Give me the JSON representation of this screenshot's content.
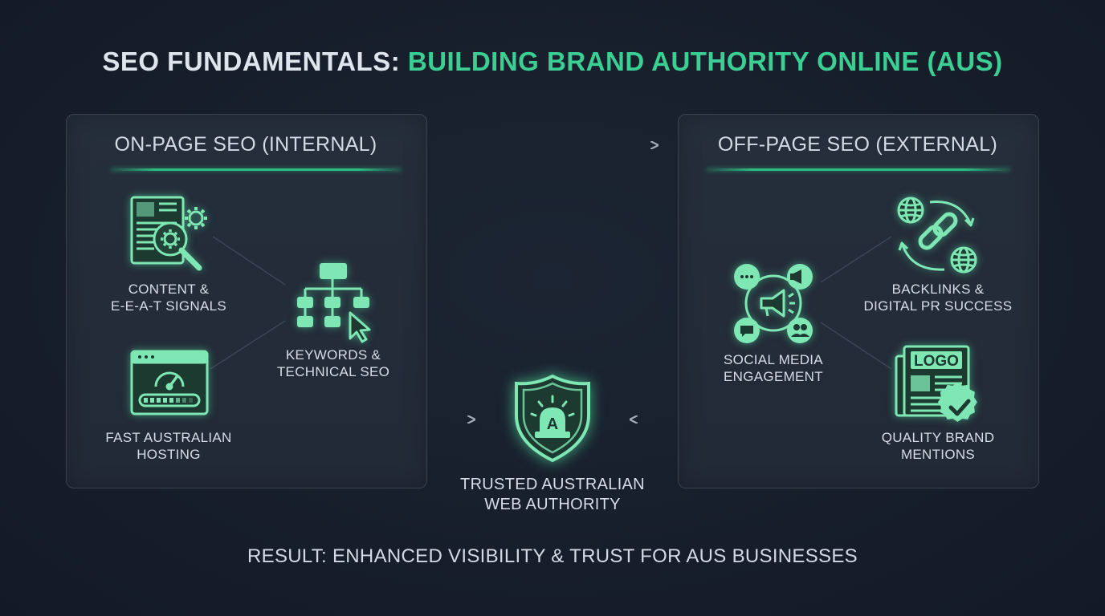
{
  "title": {
    "prefix": "SEO FUNDAMENTALS: ",
    "highlight": "BUILDING BRAND AUTHORITY ONLINE (AUS)"
  },
  "left_panel": {
    "title": "ON-PAGE SEO (INTERNAL)",
    "items": [
      {
        "line1": "CONTENT &",
        "line2": "E-E-A-T SIGNALS",
        "icon": "content-gear-magnifier-icon"
      },
      {
        "line1": "KEYWORDS &",
        "line2": "TECHNICAL SEO",
        "icon": "sitemap-cursor-icon"
      },
      {
        "line1": "FAST AUSTRALIAN",
        "line2": "HOSTING",
        "icon": "browser-speedometer-icon"
      }
    ]
  },
  "right_panel": {
    "title": "OFF-PAGE SEO (EXTERNAL)",
    "items": [
      {
        "line1": "BACKLINKS &",
        "line2": "DIGITAL PR SUCCESS",
        "icon": "globe-link-icon"
      },
      {
        "line1": "SOCIAL MEDIA",
        "line2": "ENGAGEMENT",
        "icon": "megaphone-social-icon"
      },
      {
        "line1": "QUALITY BRAND",
        "line2": "MENTIONS",
        "icon": "newspaper-logo-badge-icon",
        "logo_text": "LOGO"
      }
    ]
  },
  "result": {
    "line1": "TRUSTED AUSTRALIAN",
    "line2": "WEB AUTHORITY",
    "icon": "shield-alarm-icon",
    "shield_letter": "A"
  },
  "footer": "RESULT: ENHANCED VISIBILITY & TRUST FOR AUS BUSINESSES",
  "colors": {
    "background": "#18202d",
    "accent_green": "#3ccf93",
    "icon_green": "#7fe7b4",
    "text": "#d6dde6",
    "arrow": "#8c96a4"
  }
}
